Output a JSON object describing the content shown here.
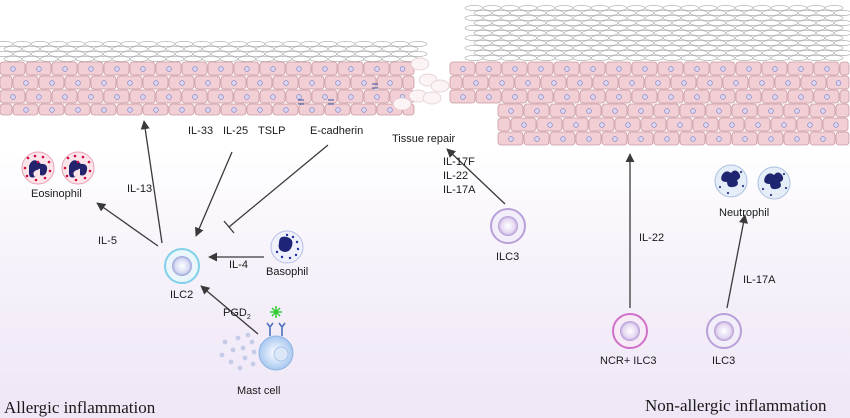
{
  "panels": {
    "left_title": "Allergic inflammation",
    "right_title": "Non-allergic inflammation"
  },
  "cytokines": {
    "il33": "IL-33",
    "il25": "IL-25",
    "tslp": "TSLP",
    "ecadherin": "E-cadherin",
    "il13": "IL-13",
    "il5": "IL-5",
    "il4": "IL-4",
    "pgd_main": "PGD",
    "pgd_sub": "2",
    "il17f": "IL-17F",
    "il22_ilc3": "IL-22",
    "il17a_ilc3": "IL-17A",
    "il22_ncr": "IL-22",
    "il17a_neut": "IL-17A"
  },
  "cells": {
    "eosinophil": "Eosinophil",
    "ilc2": "ILC2",
    "basophil": "Basophil",
    "mast_cell": "Mast cell",
    "ilc3_center": "ILC3",
    "tissue_repair": "Tissue repair",
    "neutrophil": "Neutrophil",
    "ncr_ilc3": "NCR+ ILC3",
    "ilc3_right": "ILC3"
  },
  "colors": {
    "epithelium": "#f2cfd4",
    "ilc2_ring": "#7fd0e8",
    "ilc3_ring": "#b8a0d8",
    "ncr_ring": "#d070c8",
    "eosinophil": "#d01040",
    "basophil_nucleus": "#202080",
    "arrow": "#404040",
    "cilia": "#b0b0b0"
  }
}
